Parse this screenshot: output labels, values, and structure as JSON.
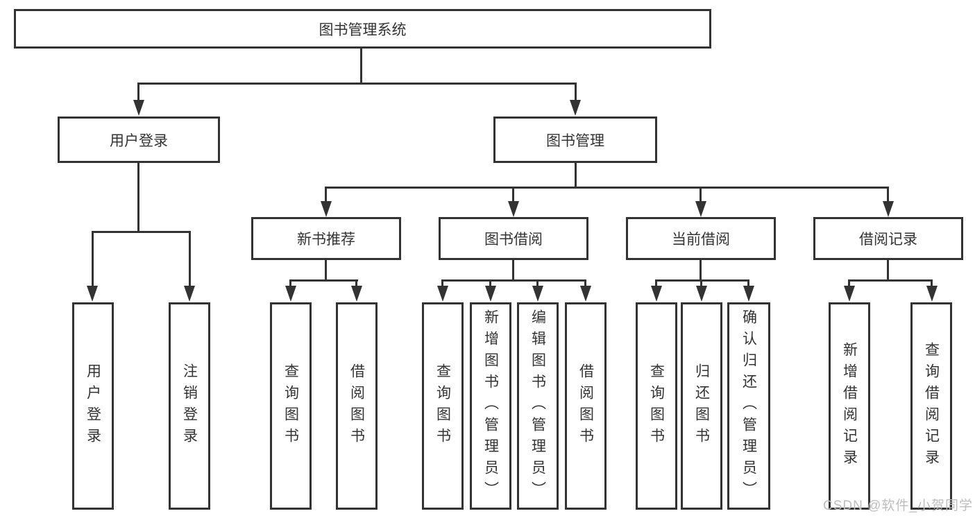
{
  "diagram": {
    "title": "图书管理系统",
    "nodes": {
      "root": "图书管理系统",
      "user_login": "用户登录",
      "book_mgmt": "图书管理",
      "new_books": "新书推荐",
      "book_borrow": "图书借阅",
      "current_borrow": "当前借阅",
      "borrow_records": "借阅记录",
      "leaf_user_login": "用户登录",
      "leaf_logout": "注销登录",
      "leaf_nb_query": "查询图书",
      "leaf_nb_borrow": "借阅图书",
      "leaf_bb_query": "查询图书",
      "leaf_bb_add": "新增图书（管理员）",
      "leaf_bb_edit": "编辑图书（管理员）",
      "leaf_bb_borrow": "借阅图书",
      "leaf_cb_query": "查询图书",
      "leaf_cb_return": "归还图书",
      "leaf_cb_confirm": "确认归还（管理员）",
      "leaf_br_add": "新增借阅记录",
      "leaf_br_query": "查询借阅记录"
    },
    "colors": {
      "line": "#333333",
      "text": "#333333",
      "box_fill": "#ffffff",
      "background": "#ffffff",
      "watermark": "#bdbdbd"
    },
    "watermark": "CSDN @软件_小贺同学"
  }
}
